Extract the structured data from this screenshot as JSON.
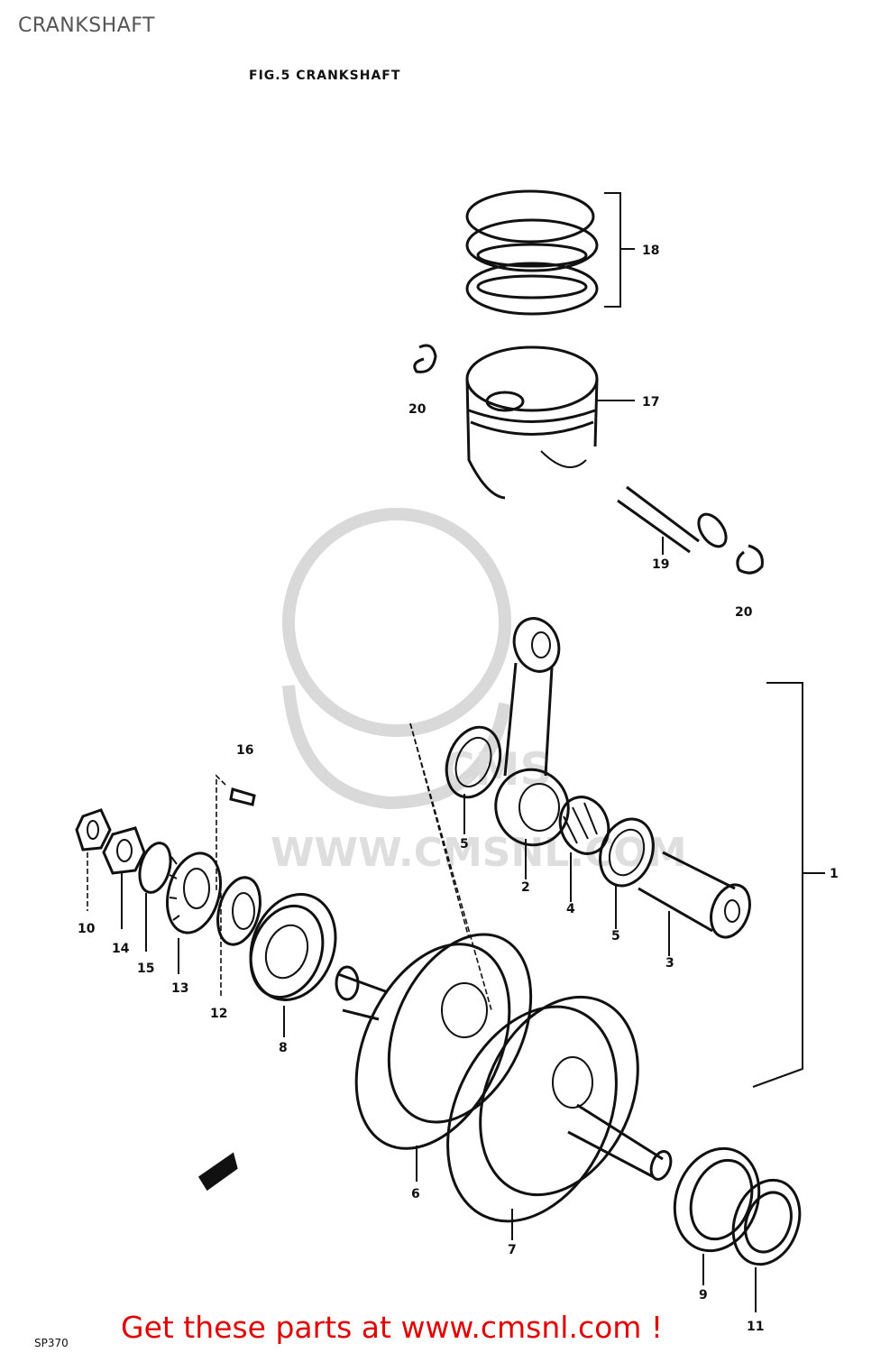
{
  "page": {
    "title": "CRANKSHAFT",
    "figure_title": "FIG.5  CRANKSHAFT",
    "diagram_code": "SP370",
    "cta_text": "Get these parts at www.cmsnl.com !"
  },
  "watermark": {
    "text": "WWW.CMSNL.COM",
    "logo_text": "CMS"
  },
  "callouts": {
    "c1": "1",
    "c2": "2",
    "c3": "3",
    "c4": "4",
    "c5a": "5",
    "c5b": "5",
    "c6": "6",
    "c7": "7",
    "c8": "8",
    "c9": "9",
    "c10": "10",
    "c11": "11",
    "c12": "12",
    "c13": "13",
    "c14": "14",
    "c15": "15",
    "c16": "16",
    "c17": "17",
    "c18": "18",
    "c19": "19",
    "c20a": "20",
    "c20b": "20"
  }
}
